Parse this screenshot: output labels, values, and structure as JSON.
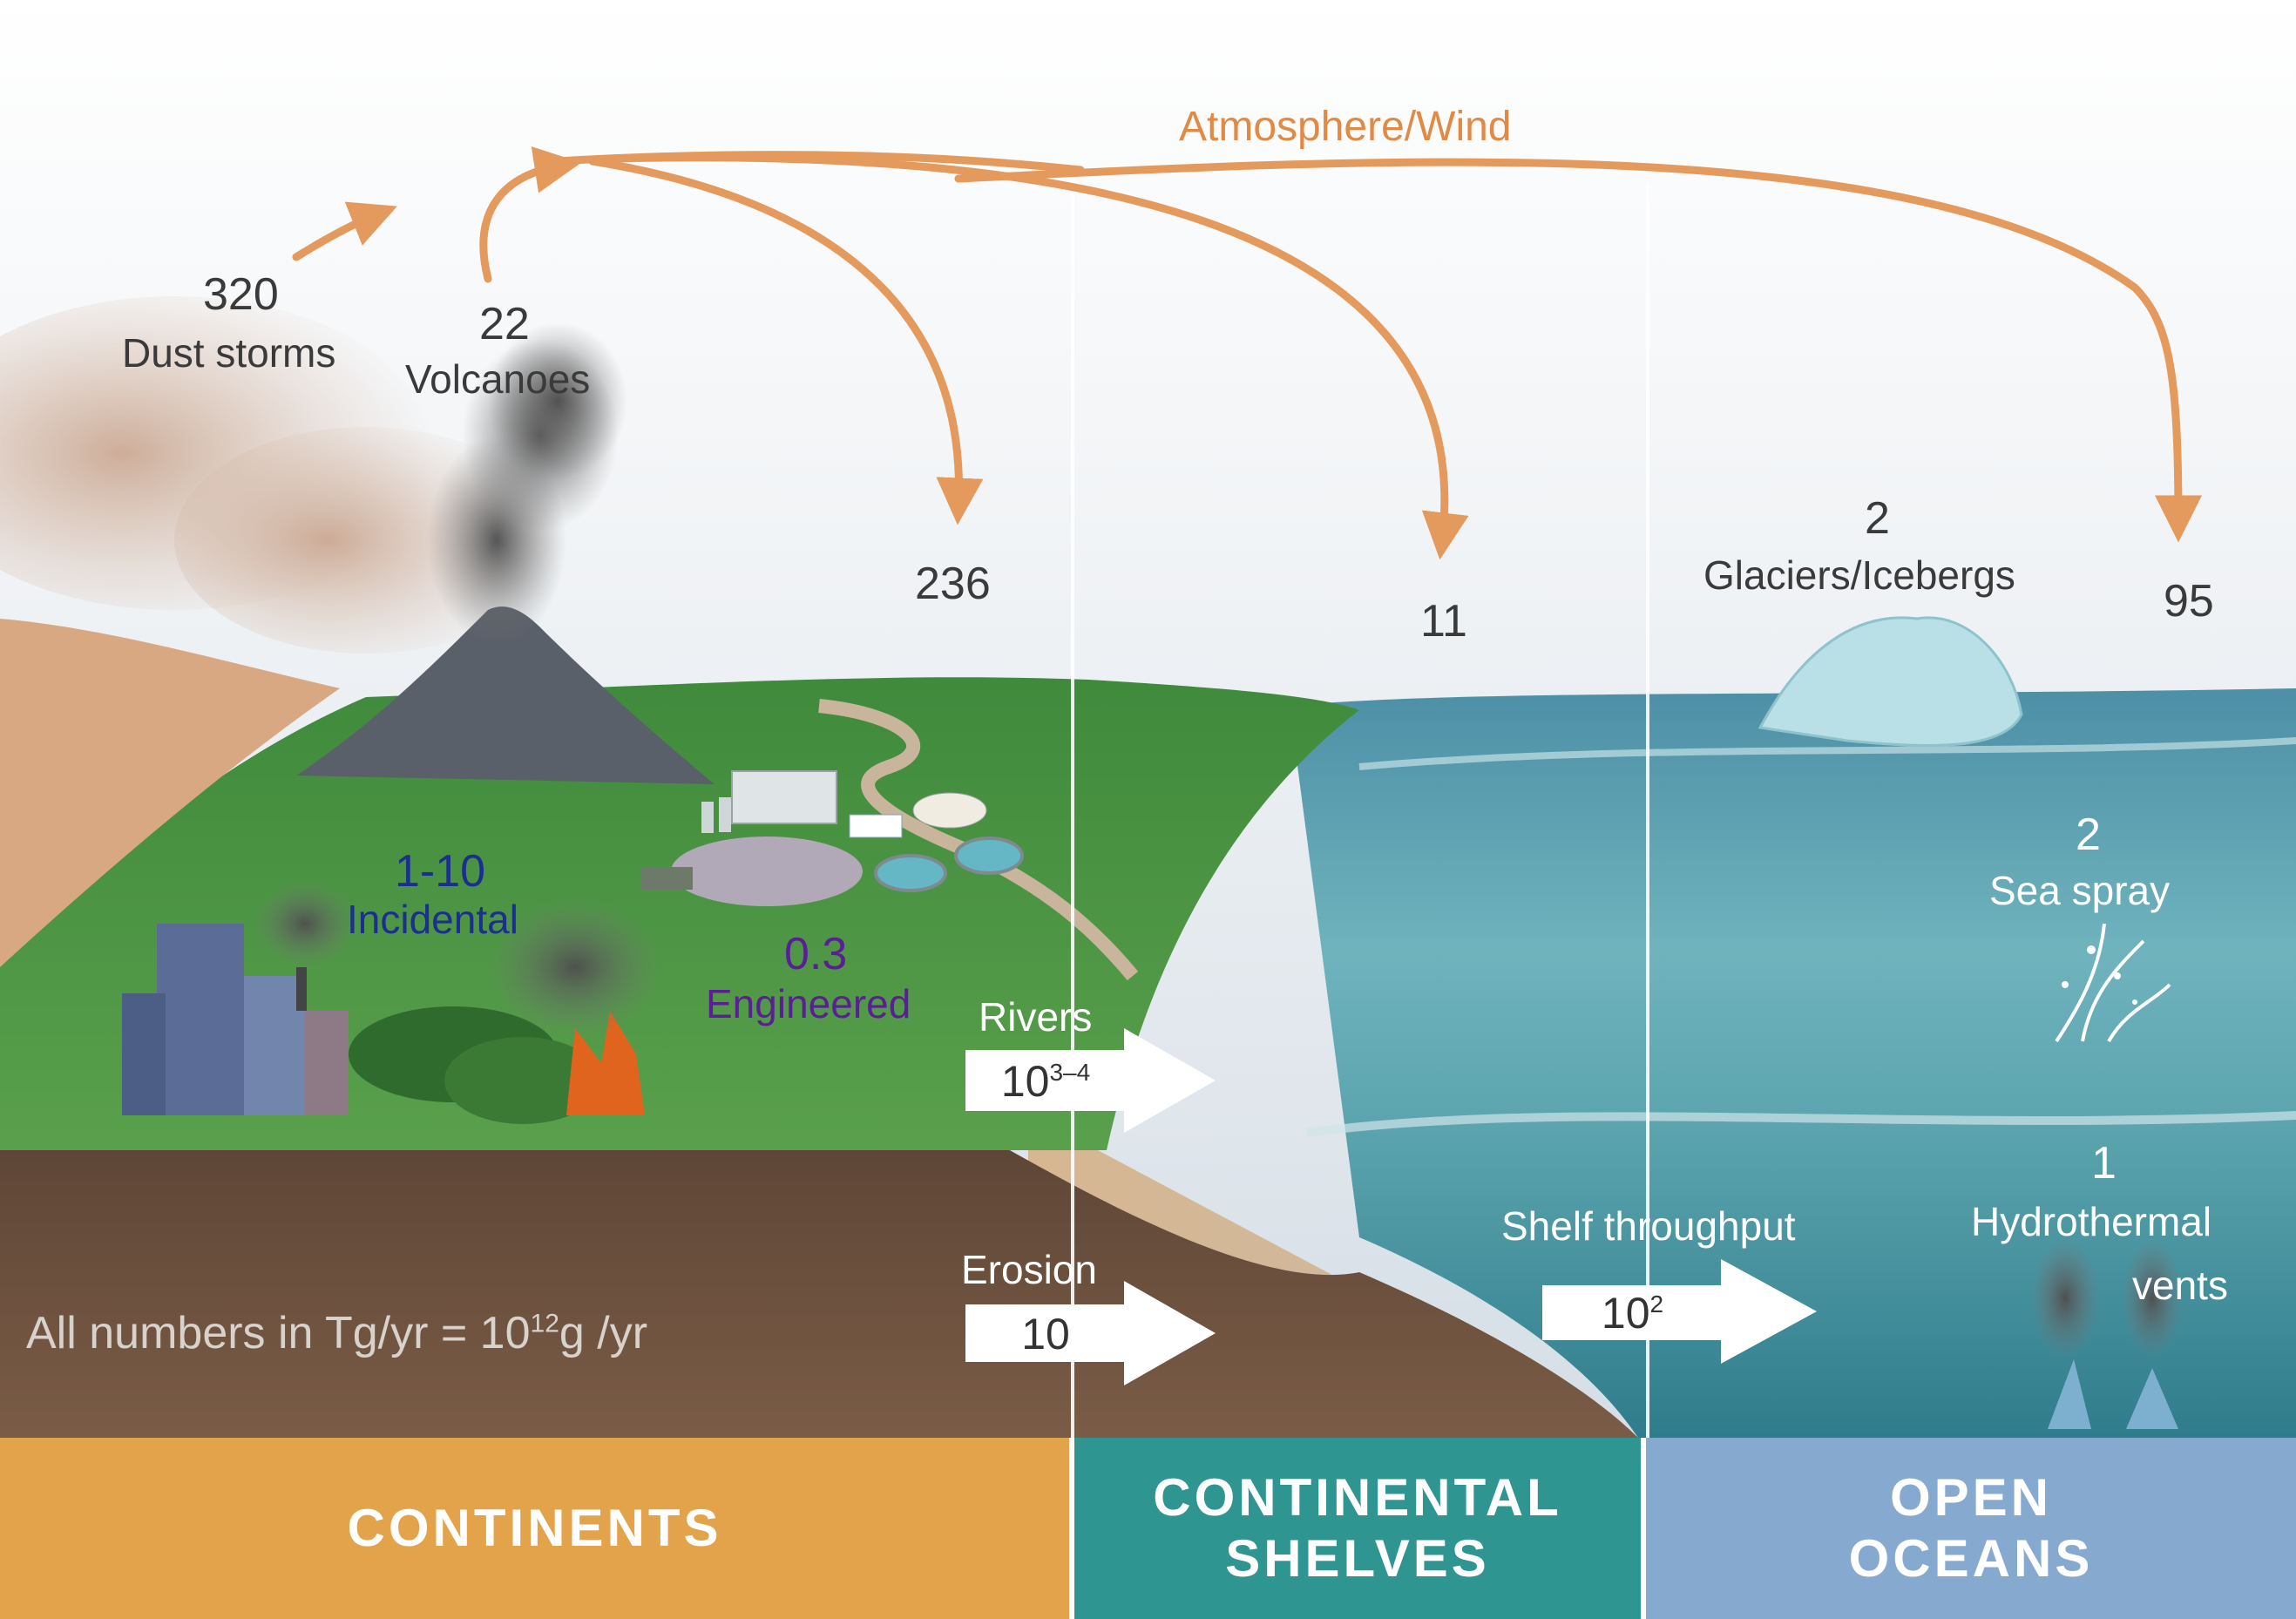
{
  "colors": {
    "atmosphere_arrow": "#e39a5c",
    "continents_band": "#e2a34a",
    "shelves_band": "#2f9590",
    "oceans_band": "#86a9d0",
    "incidental": "#1c2f8e",
    "engineered": "#5a1e96"
  },
  "atmosphere": {
    "label": "Atmosphere/Wind"
  },
  "sources": {
    "dust_storms": {
      "value": "320",
      "label": "Dust storms"
    },
    "volcanoes": {
      "value": "22",
      "label": "Volcanoes"
    },
    "incidental": {
      "value": "1-10",
      "label": "Incidental"
    },
    "engineered": {
      "value": "0.3",
      "label": "Engineered"
    },
    "glaciers": {
      "value": "2",
      "label": "Glaciers/Icebergs"
    },
    "sea_spray": {
      "value": "2",
      "label": "Sea spray"
    },
    "hydrothermal": {
      "value": "1",
      "label_line1": "Hydrothermal",
      "label_line2": "vents"
    }
  },
  "deposition": {
    "continents": "236",
    "shelves": "11",
    "oceans": "95"
  },
  "transport": {
    "rivers": {
      "label": "Rivers",
      "base": "10",
      "exponent": "3–4"
    },
    "erosion": {
      "label": "Erosion",
      "value": "10"
    },
    "shelf": {
      "label": "Shelf throughput",
      "base": "10",
      "exponent": "2"
    }
  },
  "units": {
    "prefix": "All numbers in Tg/yr = 10",
    "exponent": "12",
    "suffix": "g /yr"
  },
  "bands": {
    "continents": "CONTINENTS",
    "shelves_line1": "CONTINENTAL",
    "shelves_line2": "SHELVES",
    "oceans_line1": "OPEN",
    "oceans_line2": "OCEANS"
  }
}
